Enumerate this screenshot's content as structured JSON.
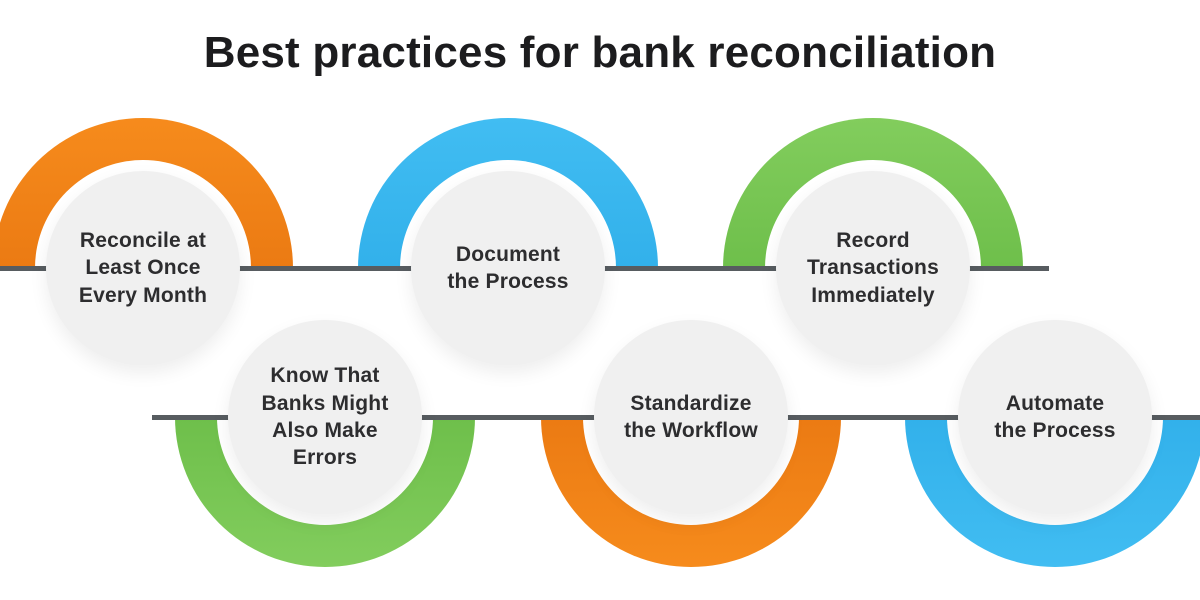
{
  "title": "Best practices for bank reconciliation",
  "colors": {
    "background": "#FFFFFF",
    "title_text": "#1C1C1E",
    "node_text": "#2D2D2F",
    "timeline": "#575C60",
    "circle_fill": "#F0F0F0",
    "orange": "#EE7D11",
    "orange_dark": "#BC560F",
    "orange_light": "#F68B1C",
    "blue": "#35B4EC",
    "blue_dark": "#1B93CF",
    "blue_light": "#41BDF2",
    "green": "#6FC24A",
    "green_dark": "#549D33",
    "green_light": "#82CD5D"
  },
  "nodes": [
    {
      "id": "reconcile-monthly",
      "label": "Reconcile at\nLeast Once\nEvery Month",
      "arc_color": "orange",
      "row": "top"
    },
    {
      "id": "document-process",
      "label": "Document\nthe Process",
      "arc_color": "blue",
      "row": "top"
    },
    {
      "id": "record-transactions",
      "label": "Record\nTransactions\nImmediately",
      "arc_color": "green",
      "row": "top"
    },
    {
      "id": "banks-make-errors",
      "label": "Know That\nBanks Might\nAlso Make\nErrors",
      "arc_color": "green",
      "row": "bottom"
    },
    {
      "id": "standardize-workflow",
      "label": "Standardize\nthe Workflow",
      "arc_color": "orange",
      "row": "bottom"
    },
    {
      "id": "automate-process",
      "label": "Automate\nthe Process",
      "arc_color": "blue",
      "row": "bottom"
    }
  ]
}
